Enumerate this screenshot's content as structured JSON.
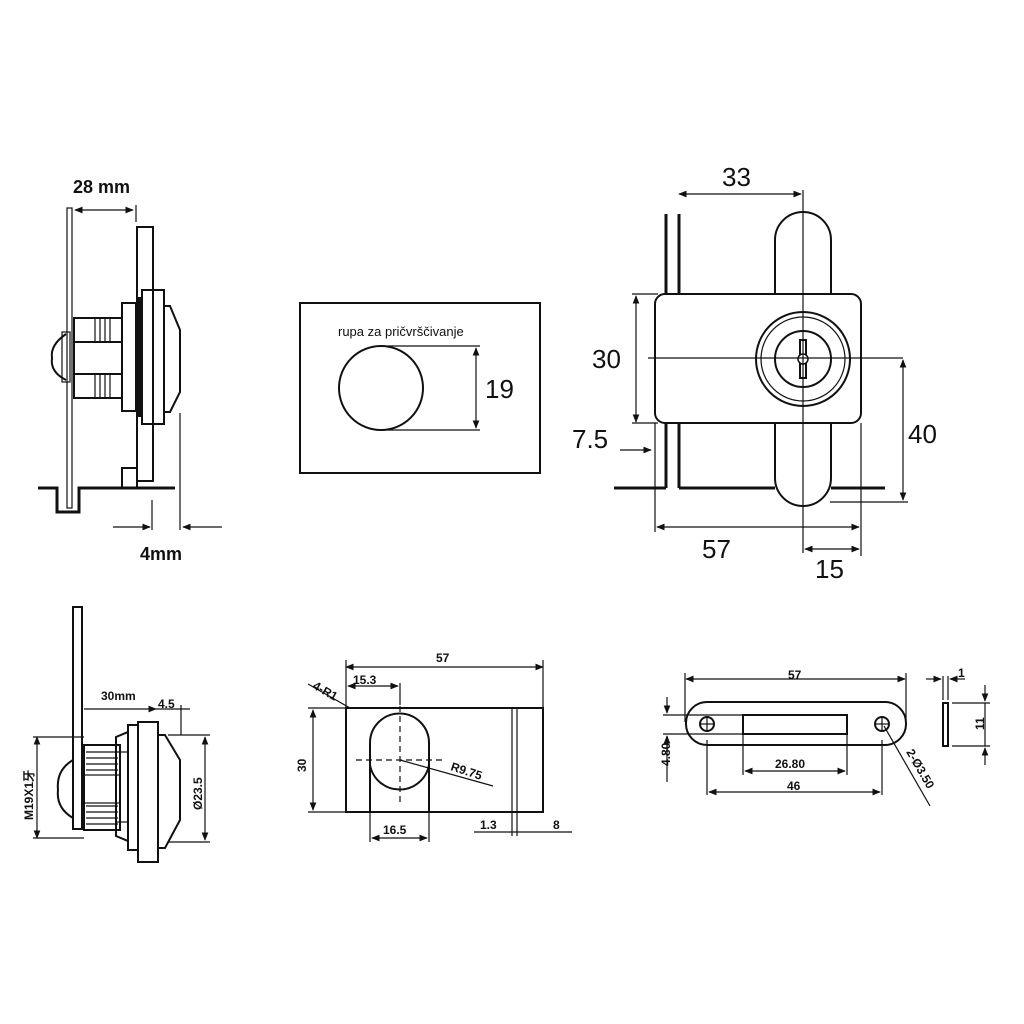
{
  "drawing_sheet": {
    "title": "Cam lock dimensional drawings",
    "views": {
      "side_view_top_left": {
        "dim_depth": "28 mm",
        "dim_offset": "4mm"
      },
      "mounting_hole_plate": {
        "note": "rupa za pričvrščivanje",
        "dim_hole_diameter": "19"
      },
      "front_view_top_right": {
        "dim_33": "33",
        "dim_30": "30",
        "dim_7_5": "7.5",
        "dim_40": "40",
        "dim_57": "57",
        "dim_15": "15"
      },
      "side_view_bottom_left": {
        "dim_length": "30mm",
        "dim_4_5": "4.5",
        "dim_thread": "M19X1牙",
        "dim_diameter": "Ø23.5"
      },
      "bracket_plate": {
        "dim_width": "57",
        "dim_offset": "15.3",
        "dim_radius_corner": "4-R1",
        "dim_height": "30",
        "dim_radius_hole": "R9.75",
        "dim_flat": "16.5",
        "dim_1_3": "1.3",
        "dim_8": "8"
      },
      "cam_bar": {
        "dim_length": "57",
        "dim_height": "4.80",
        "dim_slot": "26.80",
        "dim_hole_spacing": "46",
        "dim_holes": "2-Ø3.50",
        "dim_thickness": "1",
        "dim_width": "11"
      }
    }
  }
}
